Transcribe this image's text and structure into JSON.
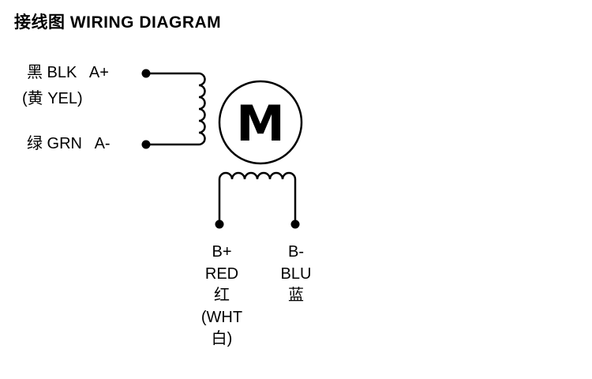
{
  "title": "接线图 WIRING DIAGRAM",
  "motor": {
    "label": "M"
  },
  "phase_a": {
    "terminal_pos": "黑 BLK   A+",
    "alt_color": "(黄 YEL)",
    "terminal_neg": "绿 GRN   A-"
  },
  "phase_b": {
    "pos": {
      "lines": [
        "B+",
        "RED",
        "红",
        "(WHT",
        "白)"
      ]
    },
    "neg": {
      "lines": [
        "B-",
        "BLU",
        "蓝"
      ]
    }
  },
  "colors": {
    "ink": "#000000",
    "background": "#ffffff"
  }
}
